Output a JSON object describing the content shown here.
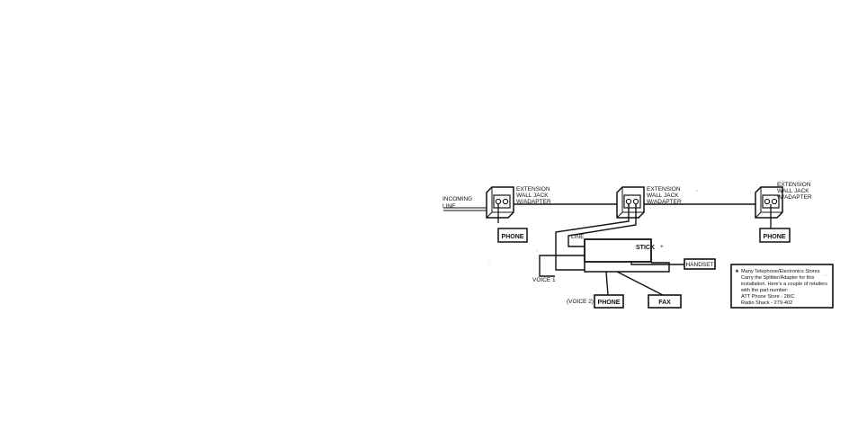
{
  "jacks": [
    {
      "label_lines": [
        "EXTENSION",
        "WALL JACK",
        "W/ADAPTER"
      ]
    },
    {
      "label_lines": [
        "EXTENSION",
        "WALL JACK",
        "W/ADAPTER"
      ]
    },
    {
      "label_lines": [
        "EXTENSION",
        "WALL JACK",
        "W/ADAPTER"
      ]
    }
  ],
  "incoming_line": [
    "INCOMING",
    "LINE"
  ],
  "phone_left": "PHONE",
  "phone_right": "PHONE",
  "line_label": "LINE",
  "voice1_label": "VOICE 1",
  "device_logo": "STICK",
  "device_logo_mark": "+",
  "handset_label": "HANDSET",
  "voice2_label": "(VOICE 2)",
  "phone_voice2": "PHONE",
  "fax": "FAX",
  "note": {
    "star": "★",
    "lines": [
      "Many Telephone/Electronics Stores",
      "Carry the Splitter/Adapter for this",
      "installation. Here's a couple of retailers",
      "with the part number:",
      "ATT Phone Store - 28/C",
      "Radio Shack - 279-402"
    ]
  }
}
